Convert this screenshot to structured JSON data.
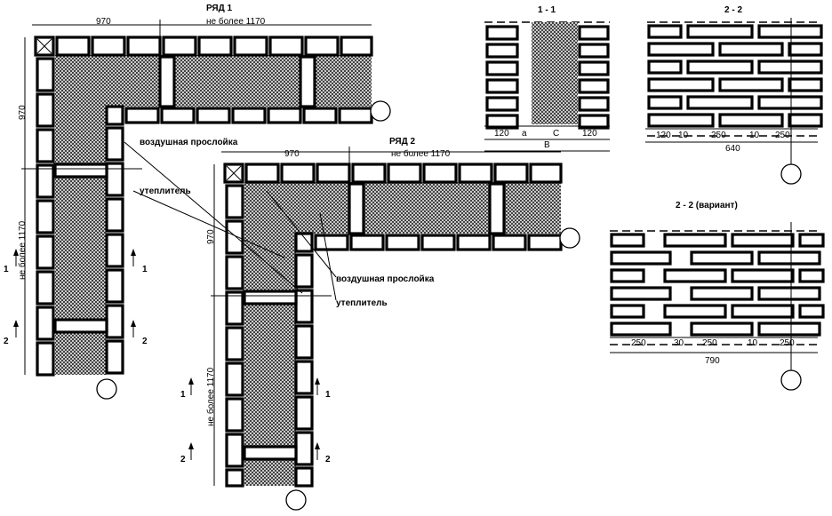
{
  "plan_row1": {
    "title": "РЯД  1",
    "dim_top_left": "970",
    "dim_top_right": "не более 1170",
    "dim_left_top": "970",
    "dim_left_bottom": "не более 1170",
    "label_air": "воздушная прослойка",
    "label_insulation": "утеплитель",
    "section_marks": [
      "1",
      "1",
      "2",
      "2"
    ]
  },
  "plan_row2": {
    "title": "РЯД  2",
    "dim_top_left": "970",
    "dim_top_right": "не более 1170",
    "dim_left_top": "970",
    "dim_left_bottom": "не более 1170",
    "label_air": "воздушная прослойка",
    "label_insulation": "утеплитель",
    "section_marks": [
      "1",
      "1",
      "2",
      "2"
    ]
  },
  "section_1_1": {
    "title": "1 - 1",
    "dims": [
      "120",
      "a",
      "C",
      "120"
    ],
    "total": "B"
  },
  "section_2_2": {
    "title": "2 - 2",
    "dims": [
      "120",
      "10",
      "250",
      "10",
      "250"
    ],
    "total": "640"
  },
  "section_2_2_variant": {
    "title": "2 - 2 (вариант)",
    "dims": [
      "250",
      "30",
      "250",
      "10",
      "250"
    ],
    "total": "790"
  }
}
